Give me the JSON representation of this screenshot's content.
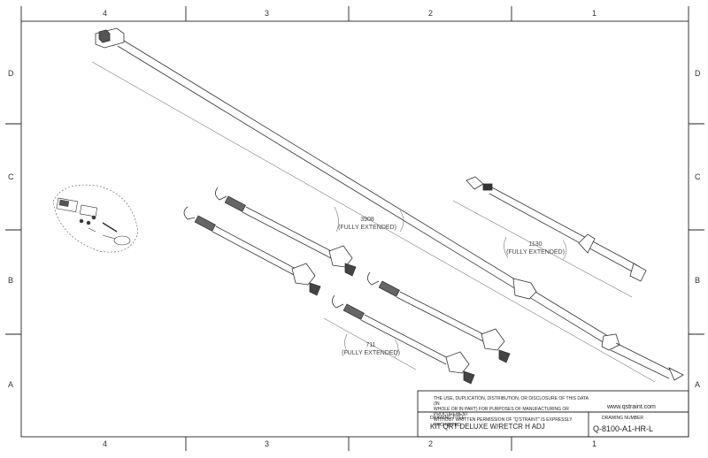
{
  "zones": {
    "top": [
      "4",
      "3",
      "2",
      "1"
    ],
    "bottom": [
      "4",
      "3",
      "2",
      "1"
    ],
    "left": [
      "D",
      "C",
      "B",
      "A"
    ],
    "right": [
      "D",
      "C",
      "B",
      "A"
    ]
  },
  "dimensions": {
    "long_strap": {
      "value": "3908",
      "note": "(FULLY EXTENDED)"
    },
    "short_strap": {
      "value": "1130",
      "note": "(FULLY EXTENDED)"
    },
    "retractor_strap": {
      "value": "711",
      "note": "(FULLY EXTENDED)"
    }
  },
  "title_block": {
    "notice": [
      "THE USE, DUPLICATION, DISTRIBUTION, OR DISCLOSURE OF THIS DATA (IN",
      "WHOLE OR IN PART) FOR PURPOSES OF MANUFACTURING OR PROCUREMENT",
      "WITHOUT WRITTEN PERMISSION OF \"Q'STRAINT\" IS EXPRESSLY PROHIBITED."
    ],
    "website": "www.qstraint.com",
    "drawing_title_label": "DRAWING TITLE:",
    "drawing_title": "KIT QRT DELUXE W/RETCR H ADJ",
    "drawing_number_label": "DRAWING NUMBER",
    "drawing_number": "Q-8100-A1-HR-L"
  },
  "colors": {
    "line": "#333333",
    "border": "#222222",
    "paper": "#ffffff"
  }
}
